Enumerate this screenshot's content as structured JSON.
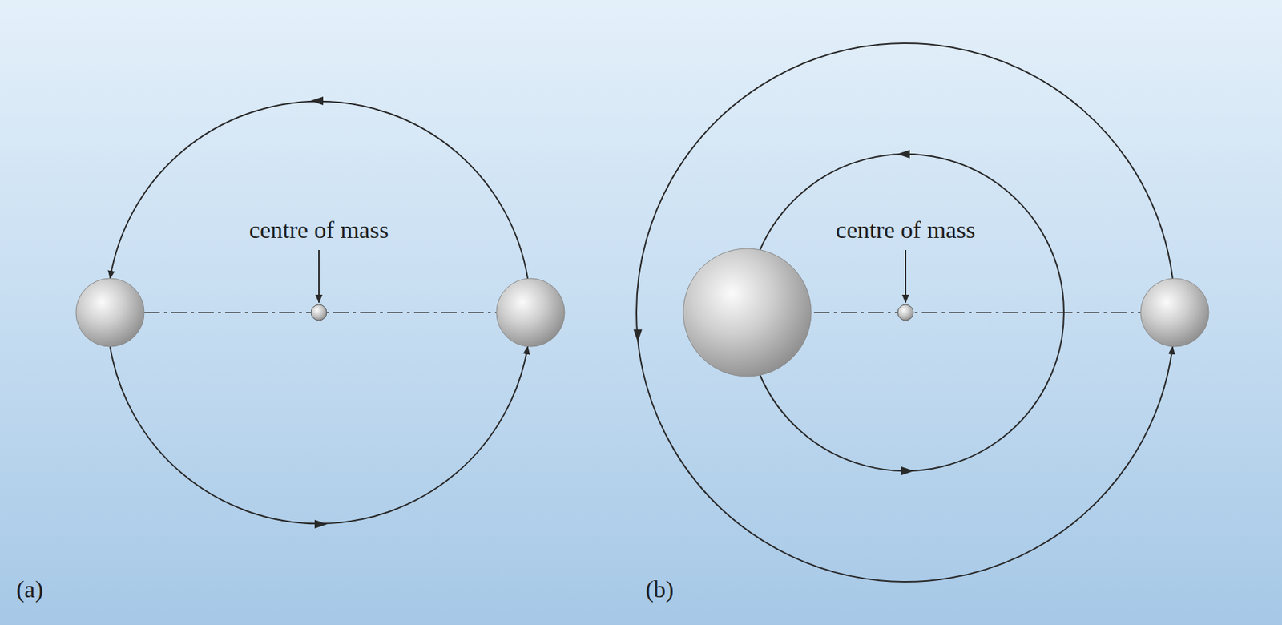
{
  "diagram": {
    "labels": [
      "centre of mass",
      "(a)",
      "centre of mass",
      "(b)"
    ]
  }
}
